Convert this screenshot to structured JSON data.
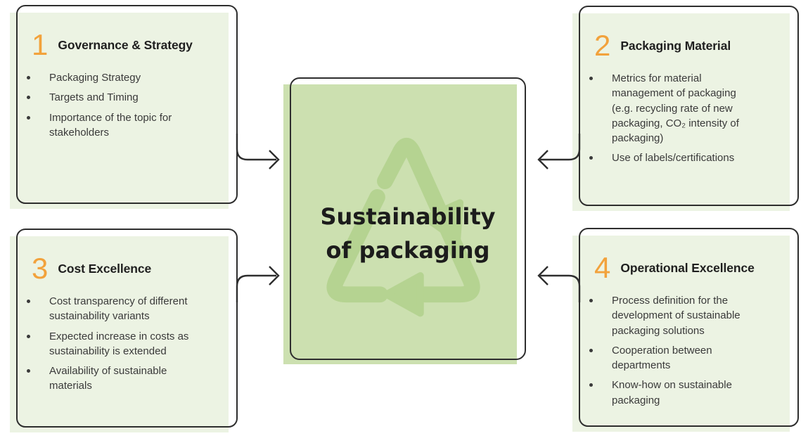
{
  "diagram": {
    "center": {
      "title_lines": [
        "Sustainability",
        "of packaging"
      ],
      "icon": "recycle-triangle-icon"
    },
    "panels": [
      {
        "number": "1",
        "title": "Governance & Strategy",
        "bullets": [
          "Packaging Strategy",
          "Targets and Timing",
          "Importance of the topic for stakeholders"
        ]
      },
      {
        "number": "2",
        "title": "Packaging Material",
        "bullets": [
          "Metrics for material management of packaging (e.g. recycling rate of new packaging, CO₂ intensity of packaging)",
          "Use of labels/certifications"
        ]
      },
      {
        "number": "3",
        "title": "Cost Excellence",
        "bullets": [
          "Cost transparency of different sustainability variants",
          "Expected increase in costs as sustainability is extended",
          "Availability of sustainable materials"
        ]
      },
      {
        "number": "4",
        "title": "Operational Excellence",
        "bullets": [
          "Process definition for the development of sustainable packaging solutions",
          "Cooperation between departments",
          "Know-how on sustainable packaging"
        ]
      }
    ],
    "colors": {
      "accent_orange": "#F2A23C",
      "panel_fill": "#ECF3E3",
      "center_fill": "#CCE0B0",
      "icon_green": "#B5D391",
      "outline": "#2E2E2E"
    }
  }
}
